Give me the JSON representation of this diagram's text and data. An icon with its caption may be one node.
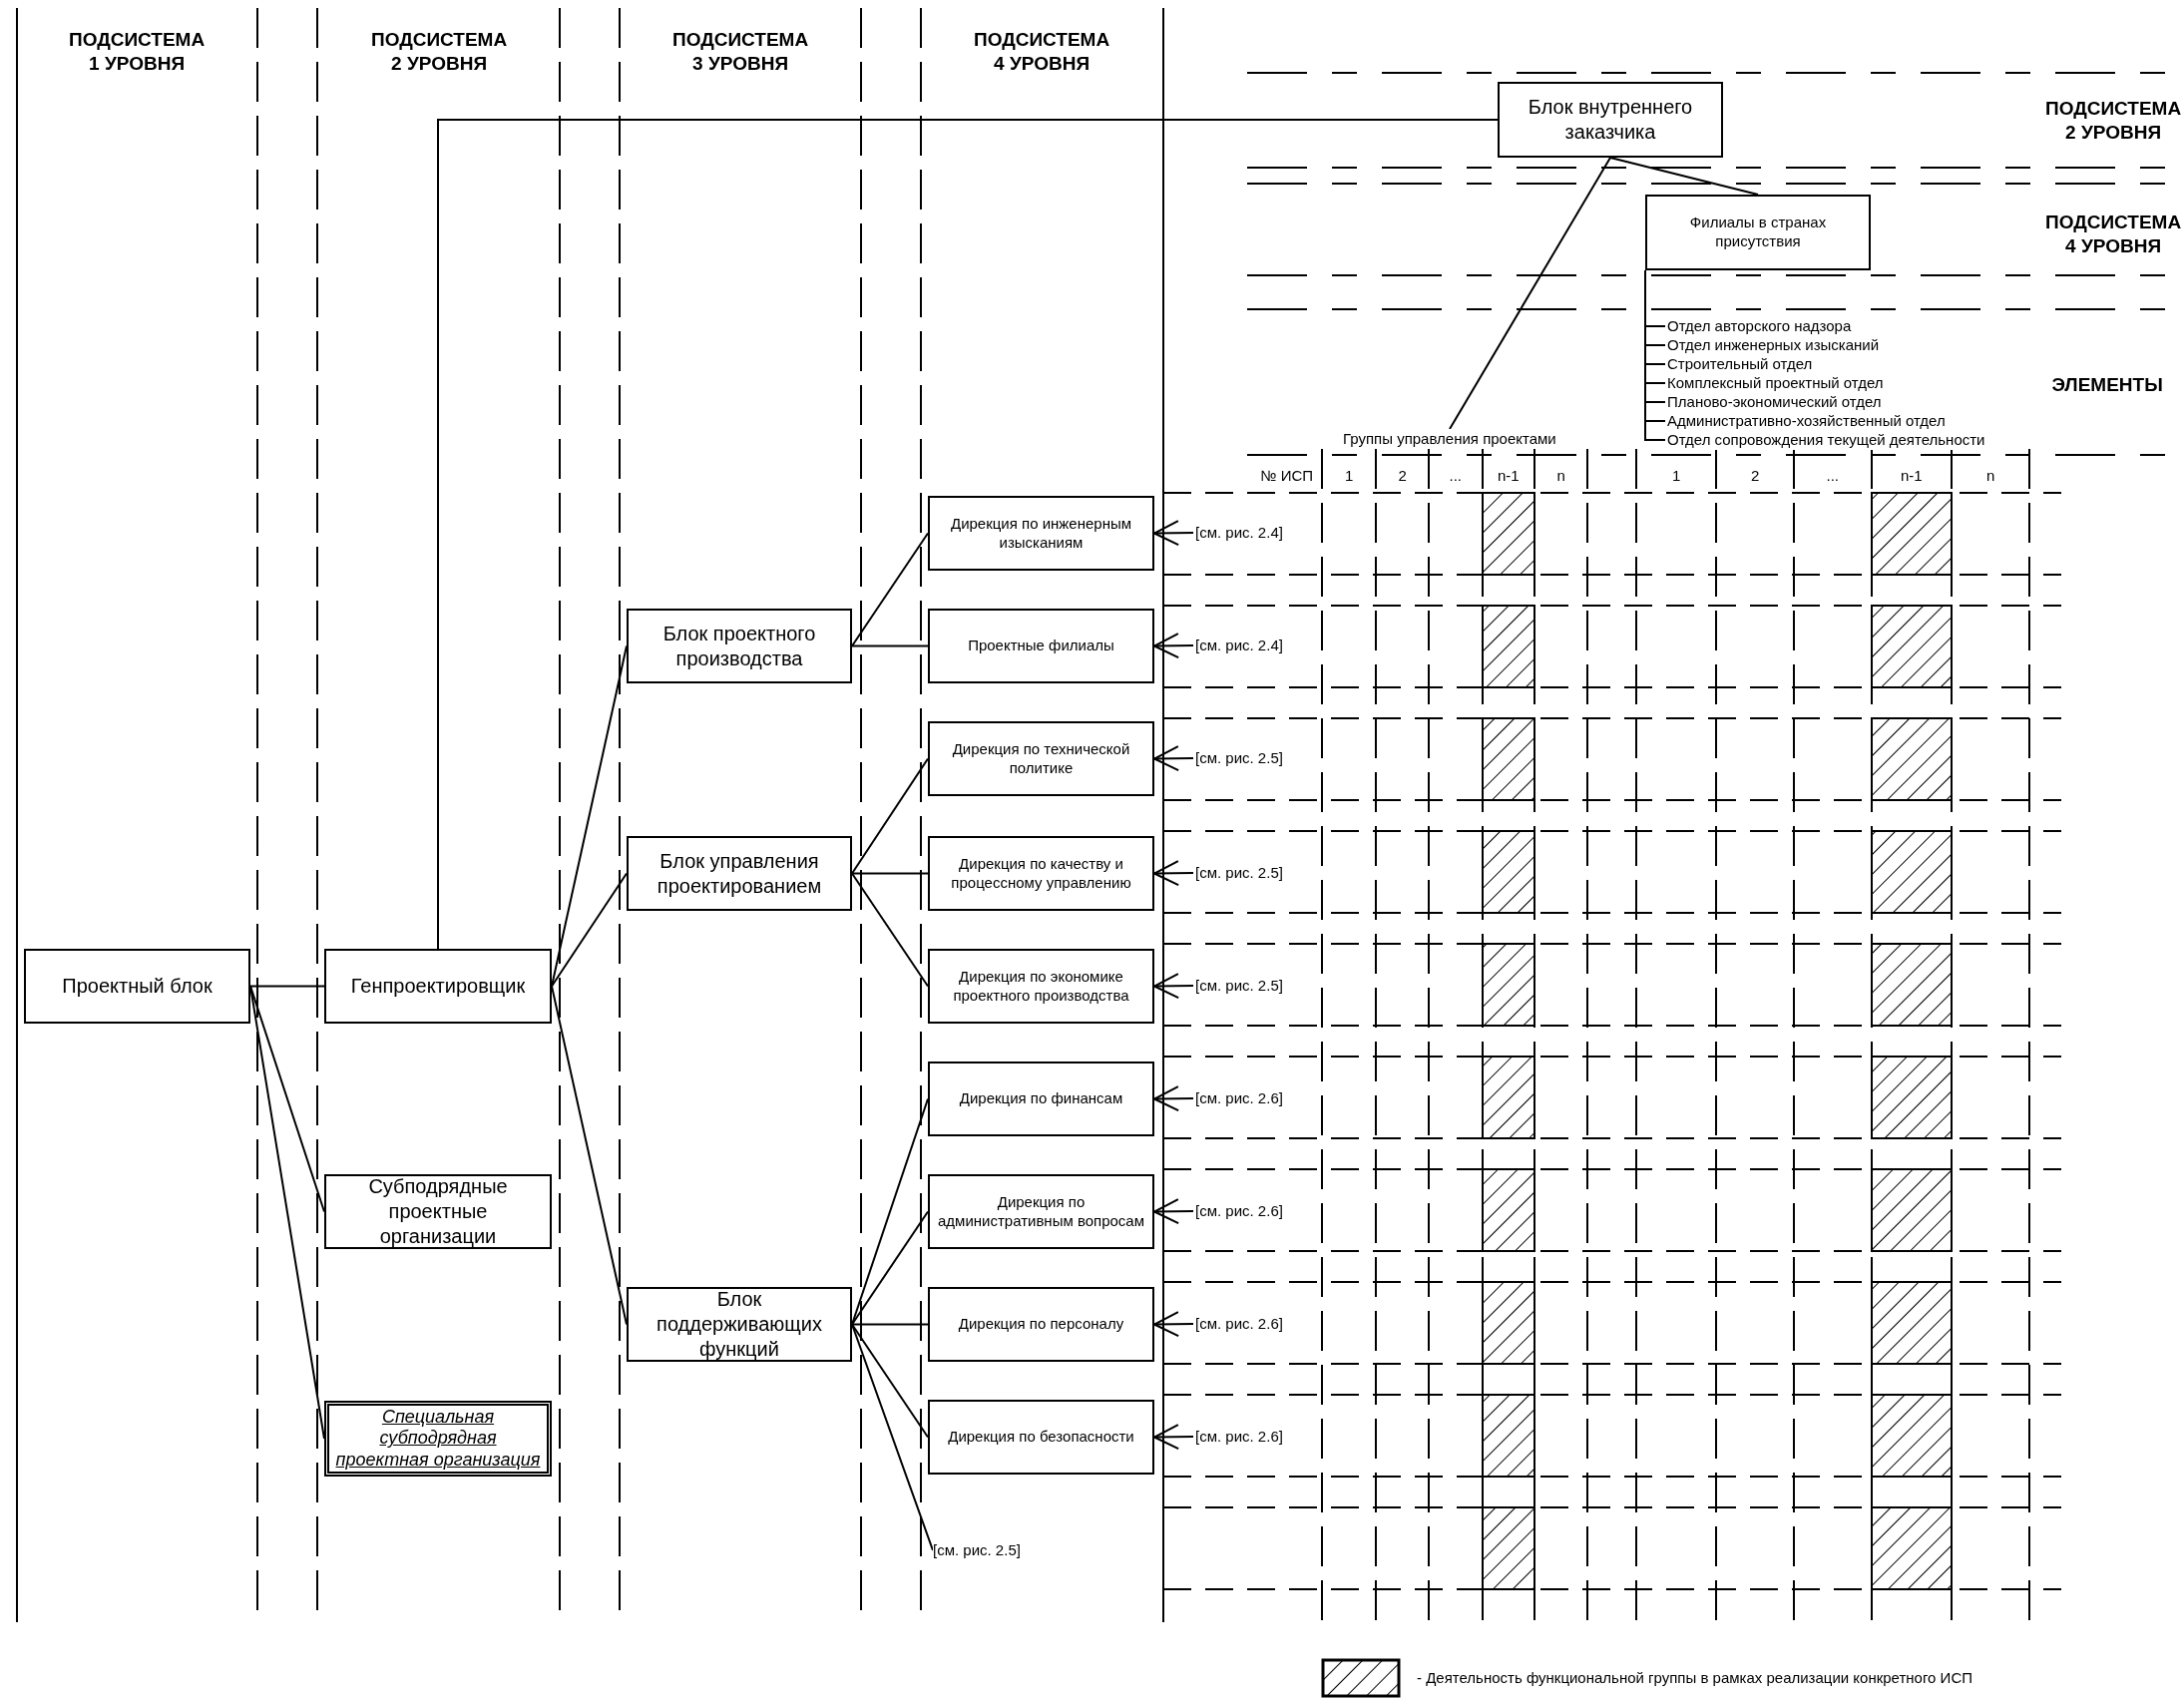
{
  "diagram": {
    "nodes": [
      {
        "text": [
          "Проектный блок"
        ]
      },
      {
        "text": [
          "Генпроектировщик"
        ]
      },
      {
        "text": [
          "Субподрядные проектные организации"
        ]
      },
      {
        "text": [
          "Специальная субподрядная проектная организация"
        ]
      },
      {
        "text": [
          "Блок проектного производства"
        ]
      },
      {
        "text": [
          "Блок управления проектированием"
        ]
      },
      {
        "text": [
          "Блок поддерживающих функций"
        ]
      },
      {
        "text": [
          "Дирекция по инженерным изысканиям"
        ]
      },
      {
        "text": [
          "Проектные филиалы"
        ]
      },
      {
        "text": [
          "Дирекция по технической политике"
        ]
      },
      {
        "text": [
          "Дирекция по качеству и процессному управлению"
        ]
      },
      {
        "text": [
          "Дирекция по экономике проектного производства"
        ]
      },
      {
        "text": [
          "Дирекция по финансам"
        ]
      },
      {
        "text": [
          "Дирекция по административным вопросам"
        ]
      },
      {
        "text": [
          "Дирекция по персоналу"
        ]
      },
      {
        "text": [
          "Дирекция по безопасности"
        ]
      },
      {
        "text": [
          "[см. рис. 2.5]"
        ]
      },
      {
        "text": [
          "Блок внутреннего заказчика"
        ]
      },
      {
        "text": [
          "Филиалы в странах присутствия"
        ]
      },
      {
        "text": [
          "Группы управления проектами"
        ]
      },
      {
        "text": [
          "Отдел авторского надзора"
        ]
      },
      {
        "text": [
          "Отдел инженерных изысканий"
        ]
      },
      {
        "text": [
          "Строительный отдел"
        ]
      },
      {
        "text": [
          "Комплексный проектный отдел"
        ]
      },
      {
        "text": [
          "Планово-экономический отдел"
        ]
      },
      {
        "text": [
          "Административно-хозяйственный отдел"
        ]
      },
      {
        "text": [
          "Отдел сопровождения текущей деятельности"
        ]
      },
      {
        "text": [
          "[см. рис. 2.4]"
        ]
      },
      {
        "text": [
          "[см. рис. 2.4]"
        ]
      },
      {
        "text": [
          "[см. рис. 2.5]"
        ]
      },
      {
        "text": [
          "[см. рис. 2.5]"
        ]
      },
      {
        "text": [
          "[см. рис. 2.5]"
        ]
      },
      {
        "text": [
          "[см. рис. 2.6]"
        ]
      },
      {
        "text": [
          "[см. рис. 2.6]"
        ]
      },
      {
        "text": [
          "[см. рис. 2.6]"
        ]
      },
      {
        "text": [
          "[см. рис. 2.6]"
        ]
      }
    ],
    "edges": [
      {
        "from": 0,
        "to": 1,
        "arrow": "none"
      },
      {
        "from": 0,
        "to": 2,
        "arrow": "none"
      },
      {
        "from": 0,
        "to": 3,
        "arrow": "none"
      },
      {
        "from": 1,
        "to": 4,
        "arrow": "none"
      },
      {
        "from": 1,
        "to": 5,
        "arrow": "none"
      },
      {
        "from": 1,
        "to": 6,
        "arrow": "none"
      },
      {
        "from": 1,
        "to": 17,
        "arrow": "none"
      },
      {
        "from": 4,
        "to": 7,
        "arrow": "none"
      },
      {
        "from": 4,
        "to": 8,
        "arrow": "none"
      },
      {
        "from": 5,
        "to": 9,
        "arrow": "none"
      },
      {
        "from": 5,
        "to": 10,
        "arrow": "none"
      },
      {
        "from": 5,
        "to": 11,
        "arrow": "none"
      },
      {
        "from": 6,
        "to": 12,
        "arrow": "none"
      },
      {
        "from": 6,
        "to": 13,
        "arrow": "none"
      },
      {
        "from": 6,
        "to": 14,
        "arrow": "none"
      },
      {
        "from": 6,
        "to": 15,
        "arrow": "none"
      },
      {
        "from": 6,
        "to": 16,
        "arrow": "none"
      },
      {
        "from": 17,
        "to": 18,
        "arrow": "none"
      },
      {
        "from": 17,
        "to": 19,
        "arrow": "none"
      },
      {
        "from": 18,
        "to": 20,
        "arrow": "none"
      },
      {
        "from": 18,
        "to": 21,
        "arrow": "none"
      },
      {
        "from": 18,
        "to": 22,
        "arrow": "none"
      },
      {
        "from": 18,
        "to": 23,
        "arrow": "none"
      },
      {
        "from": 18,
        "to": 24,
        "arrow": "none"
      },
      {
        "from": 18,
        "to": 25,
        "arrow": "none"
      },
      {
        "from": 18,
        "to": 26,
        "arrow": "none"
      },
      {
        "from": 27,
        "to": 7,
        "arrow": "to"
      },
      {
        "from": 28,
        "to": 8,
        "arrow": "to"
      },
      {
        "from": 29,
        "to": 9,
        "arrow": "to"
      },
      {
        "from": 30,
        "to": 10,
        "arrow": "to"
      },
      {
        "from": 31,
        "to": 11,
        "arrow": "to"
      },
      {
        "from": 32,
        "to": 12,
        "arrow": "to"
      },
      {
        "from": 33,
        "to": 13,
        "arrow": "to"
      },
      {
        "from": 34,
        "to": 14,
        "arrow": "to"
      },
      {
        "from": 35,
        "to": 15,
        "arrow": "to"
      }
    ],
    "labels": [
      "ПОДСИСТЕМА 1 УРОВНЯ",
      "ПОДСИСТЕМА 2 УРОВНЯ",
      "ПОДСИСТЕМА 3 УРОВНЯ",
      "ПОДСИСТЕМА 4 УРОВНЯ",
      "ПОДСИСТЕМА 2 УРОВНЯ",
      "ПОДСИСТЕМА 4 УРОВНЯ",
      "ЭЛЕМЕНТЫ",
      "№ ИСП",
      "1",
      "2",
      "...",
      "n-1",
      "n",
      "1",
      "2",
      "...",
      "n-1",
      "n"
    ],
    "legend": [
      {
        "text": "- Деятельность функциональной группы в рамках реализации конкретного ИСП"
      }
    ]
  }
}
